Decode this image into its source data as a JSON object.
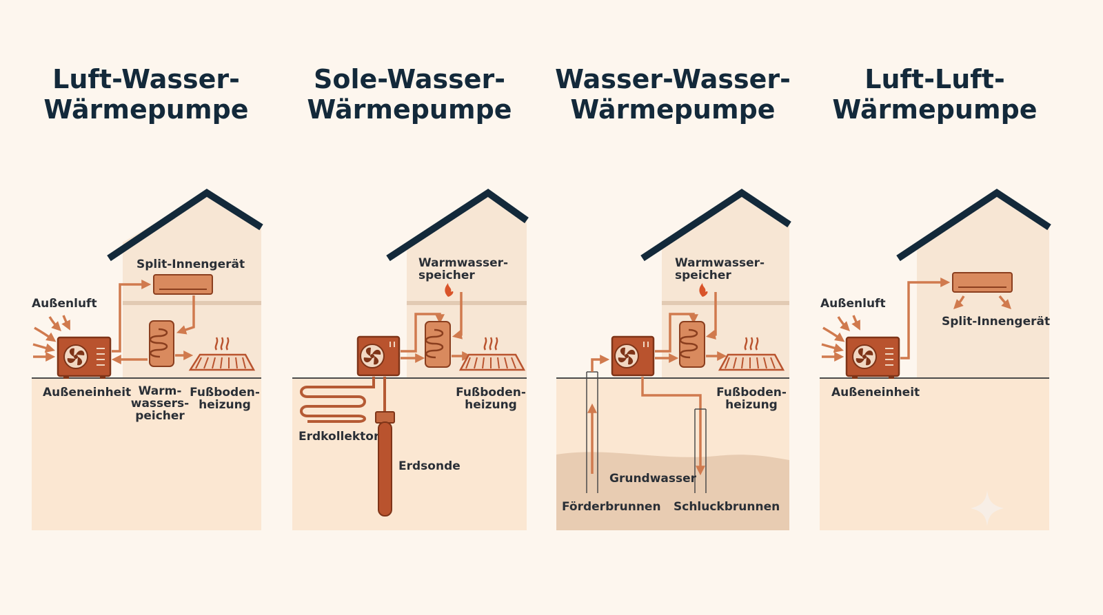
{
  "panels": [
    {
      "title_line1": "Luft-Wasser-",
      "title_line2": "Wärmepumpe",
      "labels": {
        "outside_air": "Außenluft",
        "indoor_unit": "Split-Innengerät",
        "outdoor_unit": "Außeneinheit",
        "tank_l1": "Warm-",
        "tank_l2": "wassers-",
        "tank_l3": "peicher",
        "floor_l1": "Fußboden-",
        "floor_l2": "heizung"
      }
    },
    {
      "title_line1": "Sole-Wasser-",
      "title_line2": "Wärmepumpe",
      "labels": {
        "tank_l1": "Warmwasser-",
        "tank_l2": "speicher",
        "floor_l1": "Fußboden-",
        "floor_l2": "heizung",
        "collector": "Erdkollektor",
        "probe": "Erdsonde"
      }
    },
    {
      "title_line1": "Wasser-Wasser-",
      "title_line2": "Wärmepumpe",
      "labels": {
        "tank_l1": "Warmwasser-",
        "tank_l2": "speicher",
        "floor_l1": "Fußboden-",
        "floor_l2": "heizung",
        "groundwater": "Grundwasser",
        "supply_well": "Förderbrunnen",
        "return_well": "Schluckbrunnen"
      }
    },
    {
      "title_line1": "Luft-Luft-",
      "title_line2": "Wärmepumpe",
      "labels": {
        "outside_air": "Außenluft",
        "indoor_unit": "Split-Innengerät",
        "outdoor_unit": "Außeneinheit"
      }
    }
  ],
  "colors": {
    "title": "#13293a",
    "roof": "#13293a",
    "unit": "#b9532e",
    "flow": "#d07a4e",
    "wall": "#f7e6d4",
    "ground": "#fbe7d2",
    "groundwater": "#e8ccb2"
  }
}
